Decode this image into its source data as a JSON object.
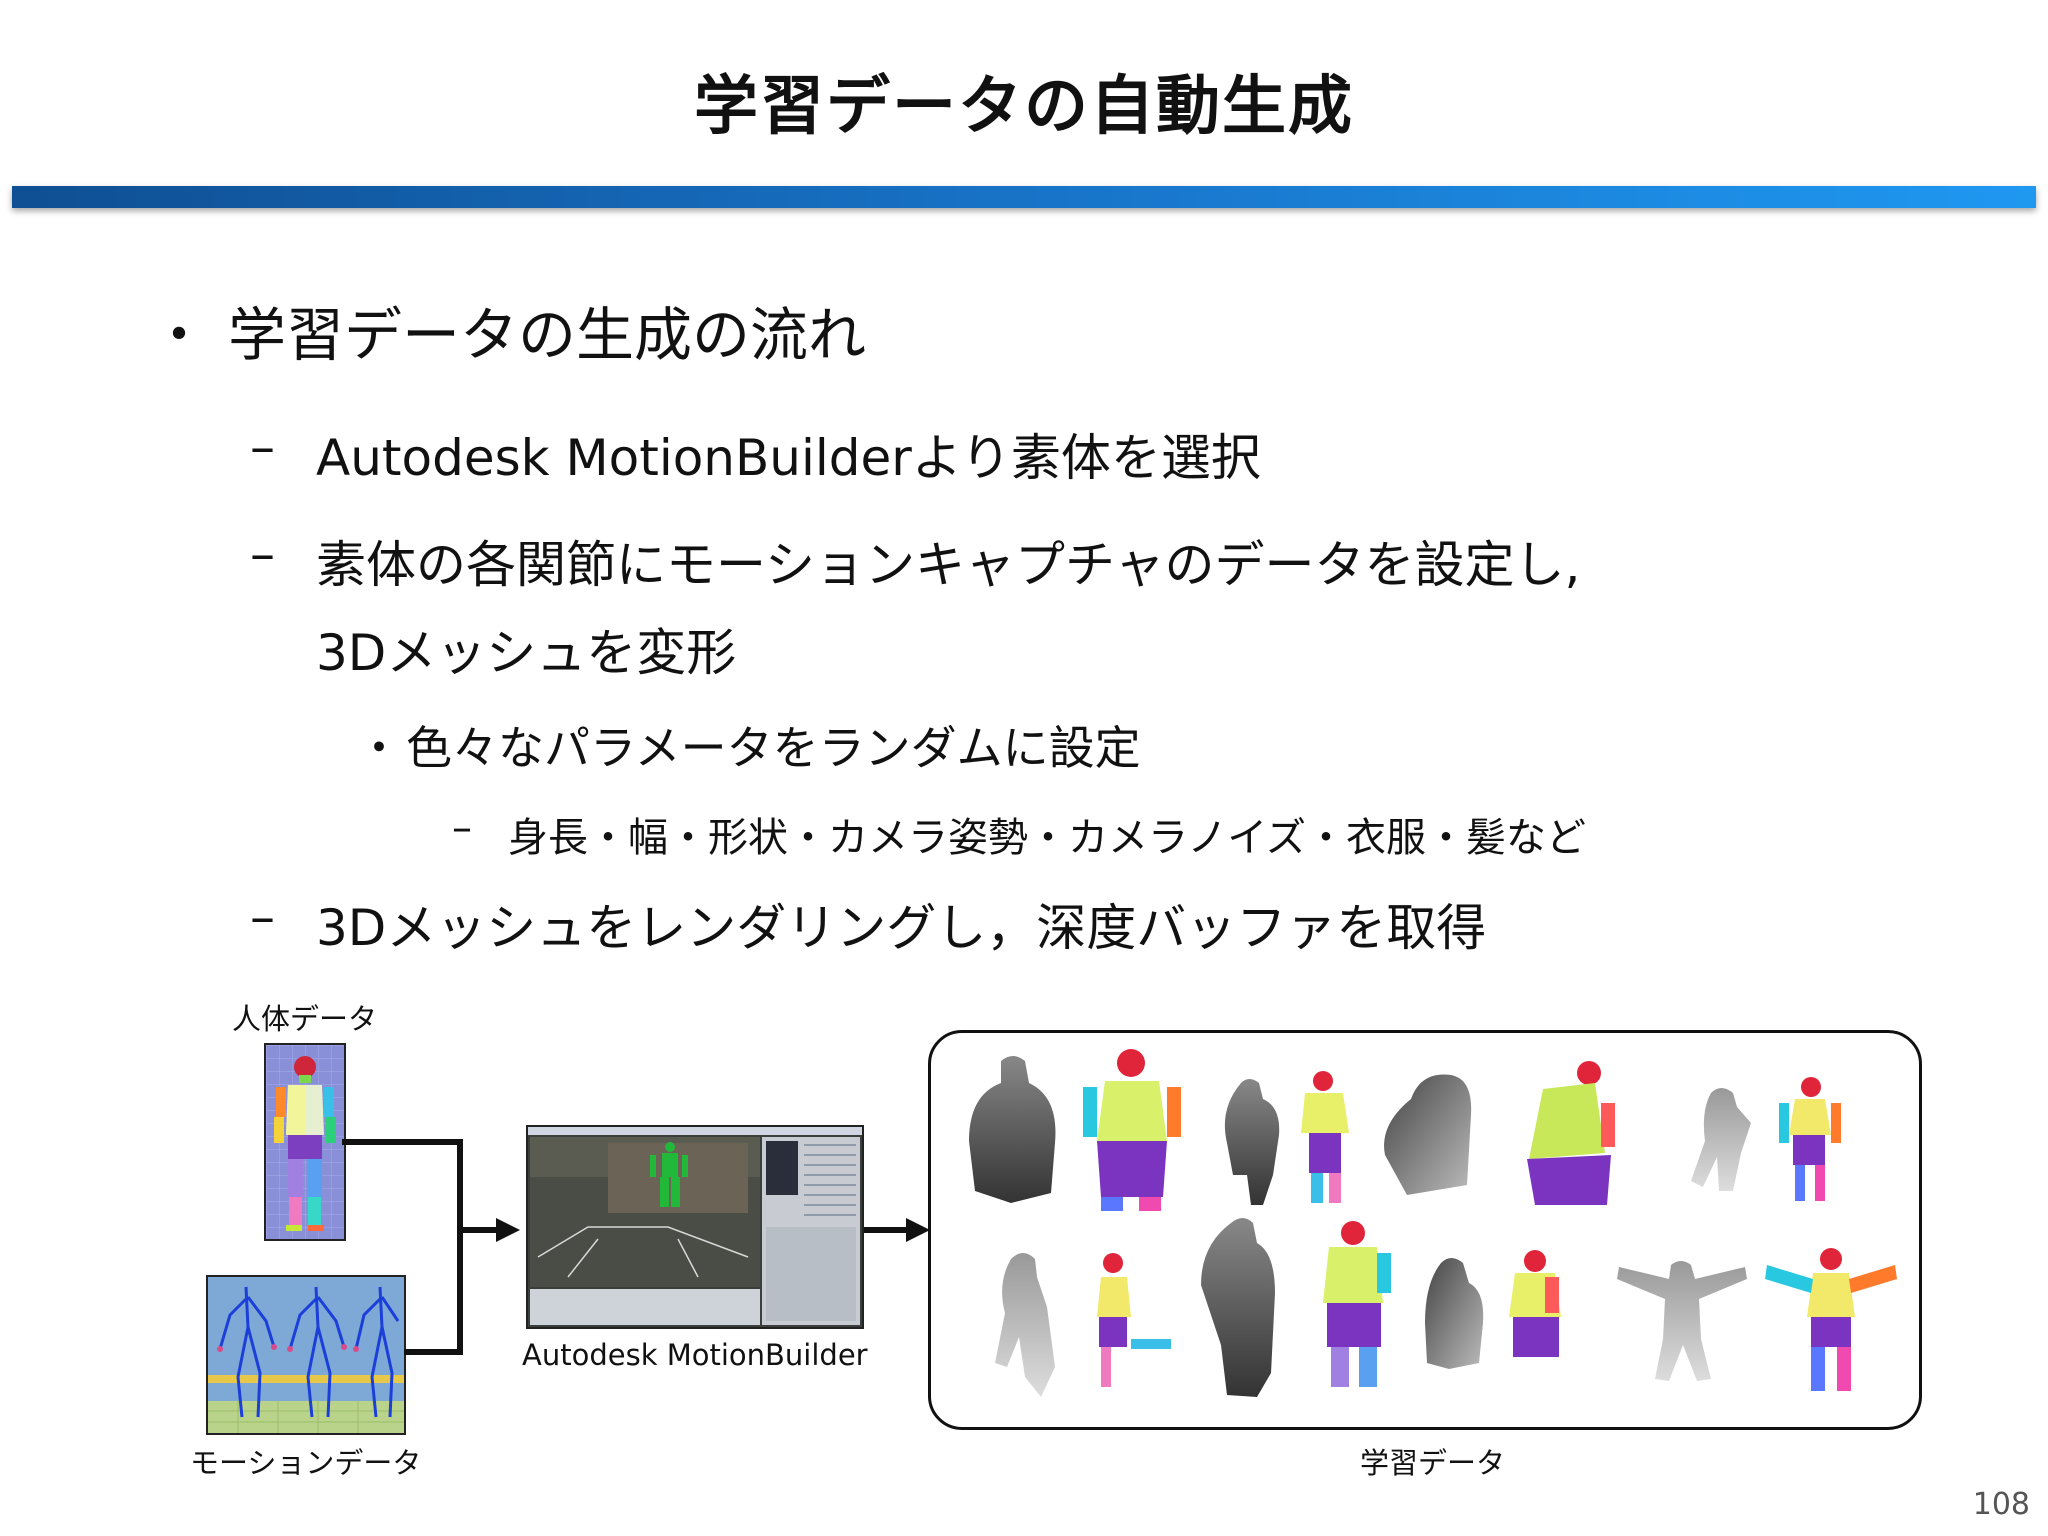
{
  "slide": {
    "title": "学習データの自動生成",
    "page_number": "108"
  },
  "bullets": {
    "b1": {
      "marker": "・",
      "text": "学習データの生成の流れ"
    },
    "b1_1": {
      "marker": "–",
      "text": "Autodesk MotionBuilderより素体を選択"
    },
    "b1_2": {
      "marker": "–",
      "line1": "素体の各関節にモーションキャプチャのデータを設定し,",
      "line2": "3Dメッシュを変形"
    },
    "b1_2_1": {
      "marker": "・",
      "text": "色々なパラメータをランダムに設定"
    },
    "b1_2_1_1": {
      "marker": "–",
      "text": "身長・幅・形状・カメラ姿勢・カメラノイズ・衣服・髪など"
    },
    "b1_3": {
      "marker": "–",
      "text": "3Dメッシュをレンダリングし，深度バッファを取得"
    }
  },
  "diagram": {
    "human_data_label": "人体データ",
    "motion_data_label": "モーションデータ",
    "motionbuilder_label": "Autodesk MotionBuilder",
    "training_data_label": "学習データ"
  },
  "colors": {
    "title_bar_start": "#0f4f93",
    "title_bar_end": "#1f98f1",
    "human_bg": "#8a90d8",
    "motion_bg": "#7ea9d6",
    "mb_bg": "#3b3f3c"
  }
}
